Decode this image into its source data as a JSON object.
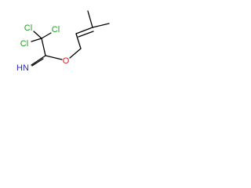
{
  "molecule": {
    "atoms": [
      {
        "id": "cl_top_left",
        "label": "Cl",
        "color": "#1f9e1f"
      },
      {
        "id": "cl_top_right",
        "label": "Cl",
        "color": "#1f9e1f"
      },
      {
        "id": "cl_middle_left",
        "label": "Cl",
        "color": "#1f9e1f"
      },
      {
        "id": "imine_nitrogen",
        "label": "HN",
        "color": "#2a2ac8"
      },
      {
        "id": "ether_oxygen",
        "label": "O",
        "color": "#d42020"
      }
    ]
  }
}
